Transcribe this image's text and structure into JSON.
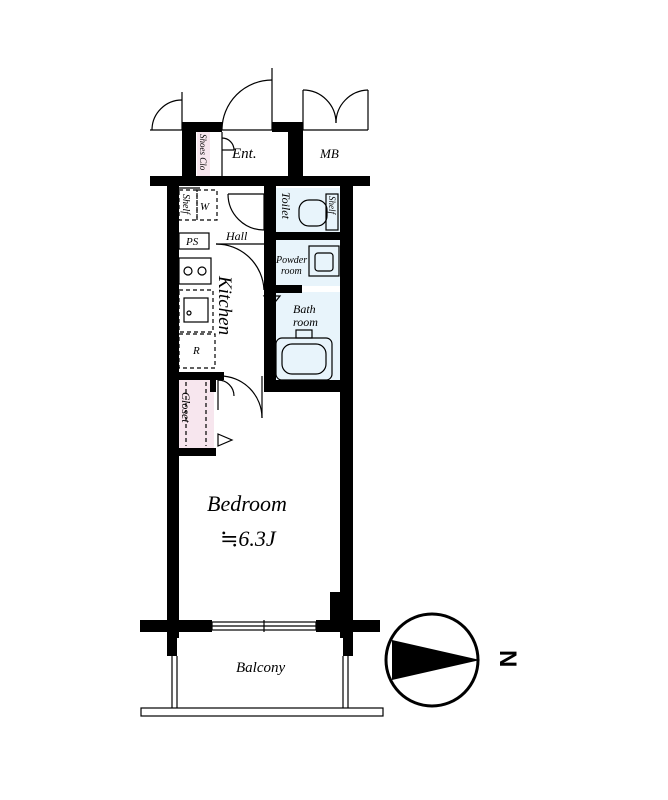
{
  "plan": {
    "rooms": {
      "entrance": "Ent.",
      "meter_box": "MB",
      "shoes_closet": "Shoes Clo",
      "shelf_top": "Shelf",
      "washer": "W",
      "toilet": "Toilet",
      "shelf_toilet": "Shelf",
      "hall": "Hall",
      "pipe_space": "PS",
      "powder_room_line1": "Powder",
      "powder_room_line2": "room",
      "kitchen": "Kitchen",
      "bath_line1": "Bath",
      "bath_line2": "room",
      "refrigerator": "R",
      "closet": "Closet",
      "bedroom": "Bedroom",
      "bedroom_area": "≒6.3J",
      "balcony": "Balcony"
    },
    "compass": {
      "direction_label": "N"
    },
    "colors": {
      "wall": "#000000",
      "wet_area": "#e8f4fb",
      "storage": "#f7e6ee"
    }
  }
}
